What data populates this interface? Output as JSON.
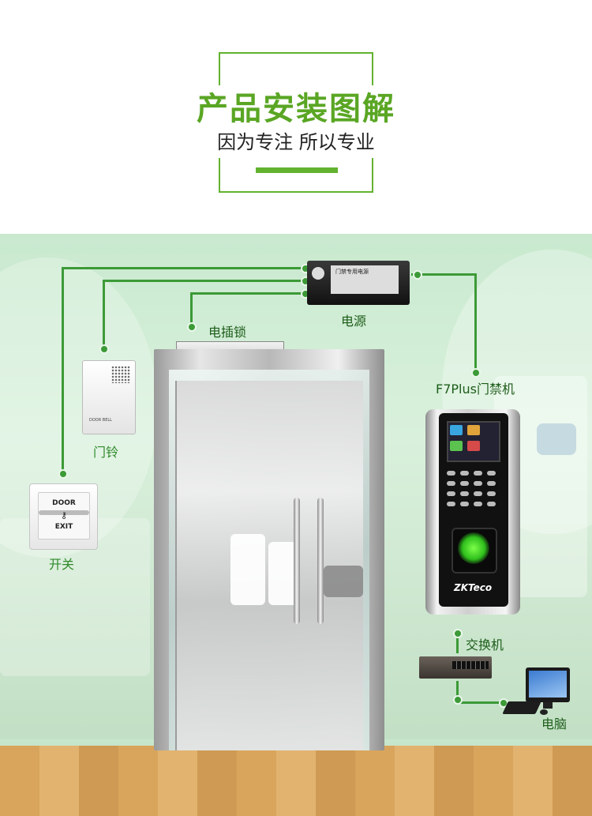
{
  "header": {
    "title": "产品安装图解",
    "subtitle": "因为专注 所以专业"
  },
  "labels": {
    "power_supply": "电源",
    "electric_lock": "电插锁",
    "doorbell": "门铃",
    "exit_switch": "开关",
    "access_device": "F7Plus门禁机",
    "network_switch": "交换机",
    "computer": "电脑"
  },
  "devices": {
    "exit_button": {
      "line1": "DOOR",
      "key": "⚷",
      "line2": "EXIT"
    },
    "doorbell_text": "DOOR BELL",
    "device_brand": "ZKTeco",
    "psu_plate": "门禁专用电源"
  },
  "colors": {
    "accent_green": "#63b22f",
    "wire_green": "#3c9a37",
    "label_green": "#2f8a2b"
  }
}
